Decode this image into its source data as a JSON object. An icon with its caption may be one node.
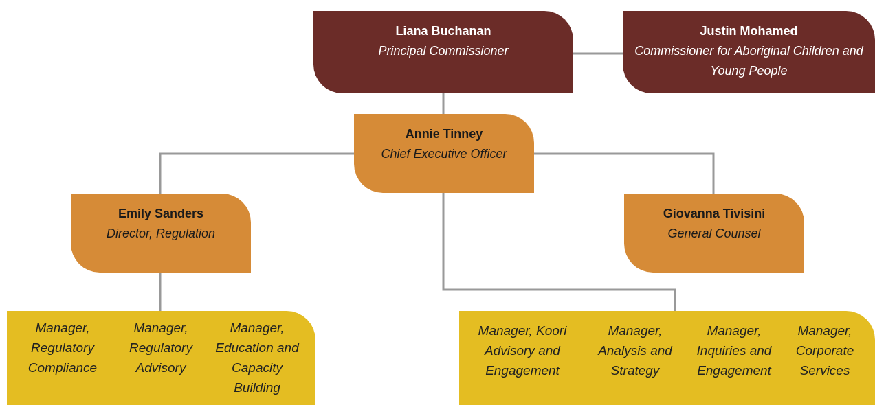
{
  "diagram": {
    "nodes": [
      {
        "text": [
          "Liana Buchanan",
          "Principal Commissioner"
        ]
      },
      {
        "text": [
          "Justin Mohamed",
          "Commissioner for Aboriginal Children and Young People"
        ]
      },
      {
        "text": [
          "Annie Tinney",
          "Chief Executive Officer"
        ]
      },
      {
        "text": [
          "Emily Sanders",
          "Director, Regulation"
        ]
      },
      {
        "text": [
          "Giovanna Tivisini",
          "General Counsel"
        ]
      },
      {
        "text": [
          "Manager, Regulatory Compliance",
          "Manager, Regulatory Advisory",
          "Manager, Education and Capacity Building"
        ]
      },
      {
        "text": [
          "Manager, Koori Advisory and Engagement",
          "Manager, Analysis and Strategy",
          "Manager, Inquiries and Engagement",
          "Manager, Corporate Services"
        ]
      }
    ],
    "edges": [
      {
        "from": 0,
        "to": 1,
        "arrow": "none"
      },
      {
        "from": 0,
        "to": 2,
        "arrow": "none"
      },
      {
        "from": 2,
        "to": 3,
        "arrow": "none"
      },
      {
        "from": 2,
        "to": 4,
        "arrow": "none"
      },
      {
        "from": 2,
        "to": 6,
        "arrow": "none"
      },
      {
        "from": 3,
        "to": 5,
        "arrow": "none"
      }
    ]
  }
}
